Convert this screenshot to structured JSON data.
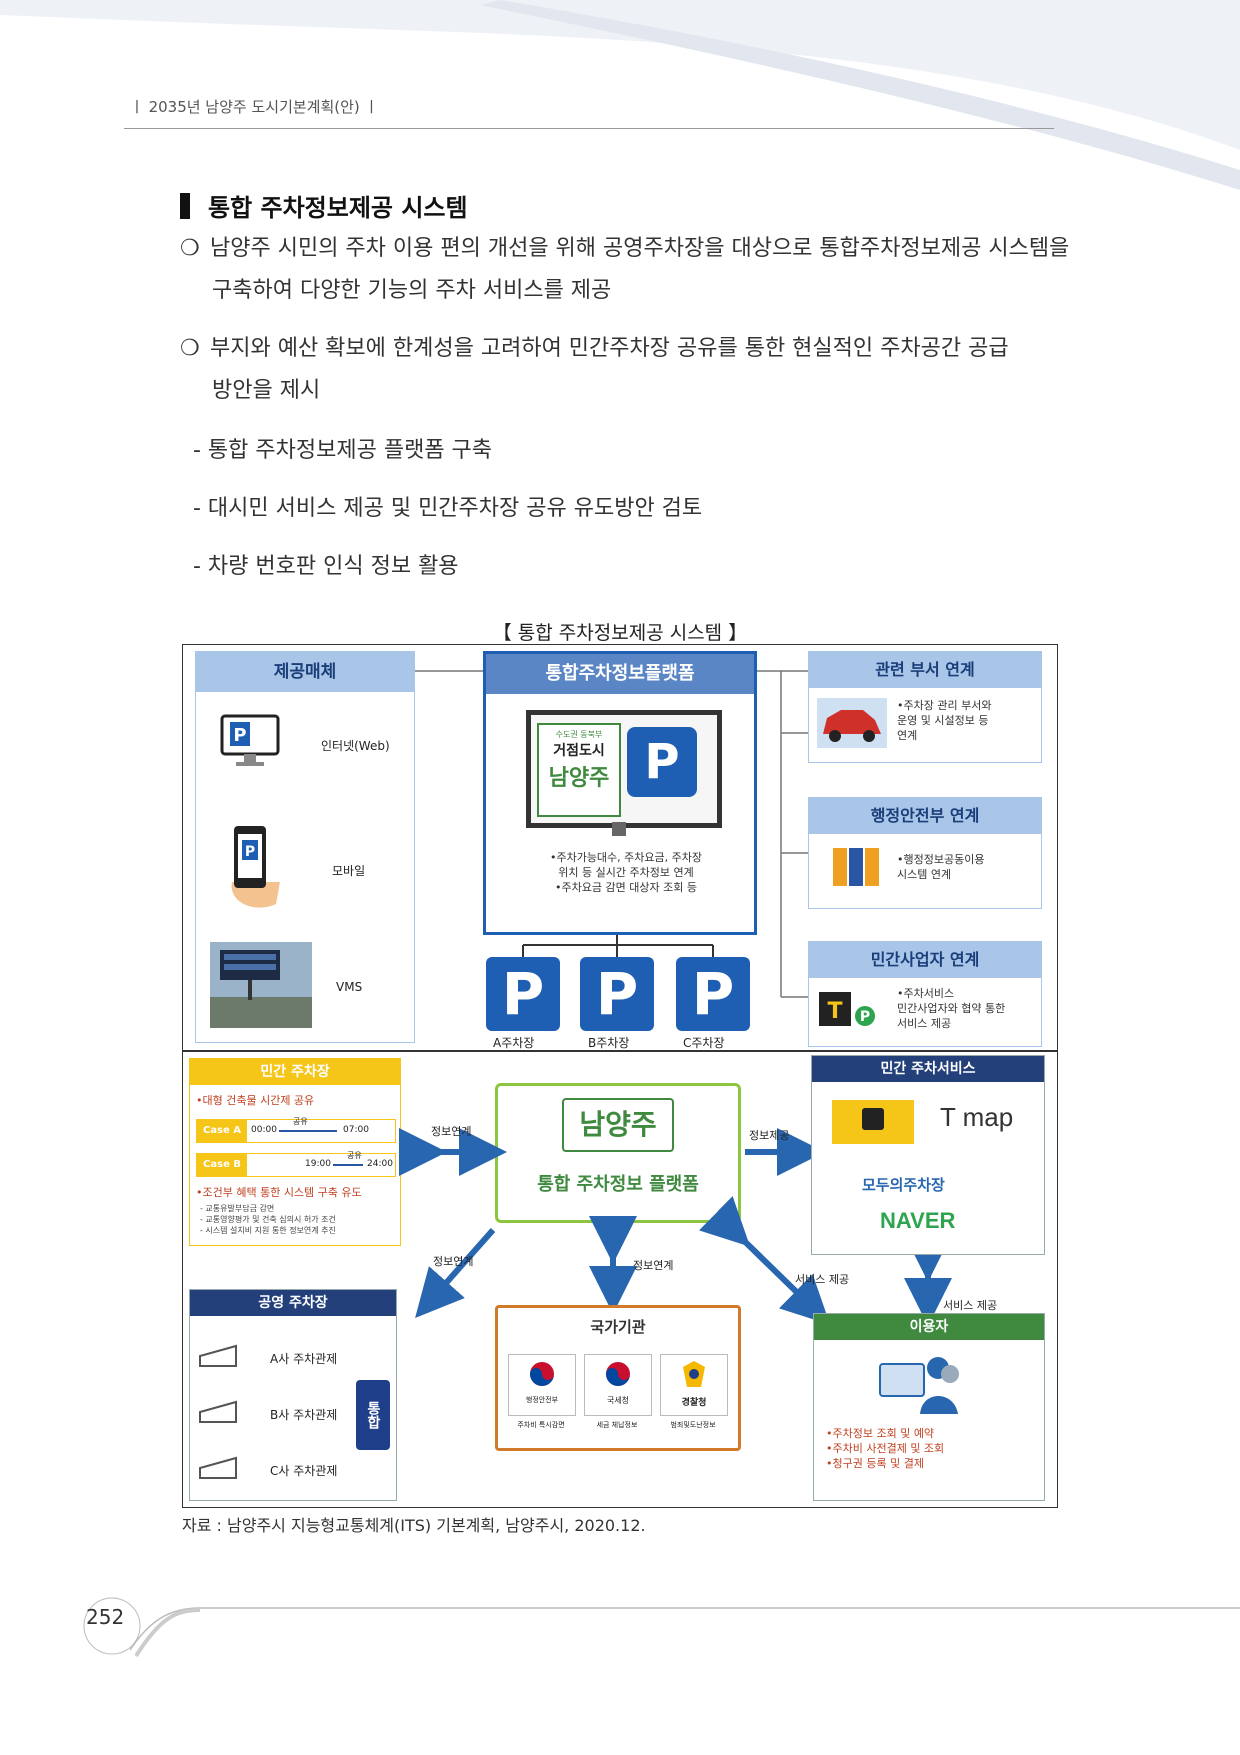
{
  "header": {
    "text": "ㅣ 2035년 남양주 도시기본계획(안) ㅣ"
  },
  "section": {
    "title": "통합 주차정보제공 시스템"
  },
  "paragraphs": [
    {
      "bullet": "❍",
      "line1": "남양주 시민의 주차 이용 편의 개선을 위해 공영주차장을 대상으로 통합주차정보제공 시스템을",
      "line2": "구축하여 다양한 기능의 주차 서비스를 제공"
    },
    {
      "bullet": "❍",
      "line1": "부지와 예산 확보에 한계성을 고려하여 민간주차장 공유를 통한 현실적인 주차공간 공급",
      "line2": "방안을 제시"
    }
  ],
  "dash_items": [
    "- 통합 주차정보제공 플랫폼 구축",
    "- 대시민 서비스 제공 및 민간주차장 공유 유도방안 검토",
    "- 차량 번호판 인식 정보 활용"
  ],
  "figure": {
    "caption": "【 통합 주차정보제공 시스템 】",
    "media": {
      "title": "제공매체",
      "items": [
        "인터넷(Web)",
        "모바일",
        "VMS"
      ]
    },
    "platform": {
      "title": "통합주차정보플랫폼",
      "badge_top": "수도권 동북부",
      "badge_mid": "거점도시",
      "badge_name": "남양주",
      "p_letter": "P",
      "desc": [
        "•주차가능대수, 주차요금, 주차장",
        "위치 등 실시간 주차정보 연계",
        "•주차요금 감면 대상자 조회 등"
      ]
    },
    "lots": [
      {
        "letter": "P",
        "label": "A주차장"
      },
      {
        "letter": "P",
        "label": "B주차장"
      },
      {
        "letter": "P",
        "label": "C주차장"
      }
    ],
    "related": {
      "title": "관련 부서 연계",
      "desc": [
        "•주차장 관리 부서와",
        "운영 및 시설정보 등",
        "연계"
      ]
    },
    "admin": {
      "title": "행정안전부 연계",
      "desc": [
        "•행정정보공동이용",
        "시스템 연계"
      ]
    },
    "private_biz": {
      "title": "민간사업자 연계",
      "desc": [
        "•주차서비스",
        "민간사업자와 협약 통한",
        "서비스 제공"
      ]
    },
    "private_lot": {
      "title": "민간 주차장",
      "item1": "•대형 건축물 시간제 공유",
      "case_a": "Case A",
      "case_a_from": "00:00",
      "case_a_to": "07:00",
      "case_b": "Case B",
      "case_b_from": "19:00",
      "case_b_to": "24:00",
      "share": "공유",
      "item2": "•조건부 혜택 통한 시스템 구축 유도",
      "subs": [
        "- 교통유발부담금 감면",
        "- 교통영향평가 및 건축 심의시 허가 조건",
        "- 시스템 설치비 지원 통한 정보연계 추진"
      ]
    },
    "center": {
      "logo": "남양주",
      "title": "통합 주차정보 플랫폼"
    },
    "public_lot": {
      "title": "공영 주차장",
      "items": [
        "A사 주차관제",
        "B사 주차관제",
        "C사 주차관제"
      ],
      "integrated": "통합"
    },
    "national": {
      "title": "국가기관",
      "agencies": [
        "행정안전부",
        "국세청",
        "경찰청"
      ],
      "subs": [
        "주차비 특시감면",
        "세금 체납정보",
        "범죄및도난정보"
      ]
    },
    "private_service": {
      "title": "민간 주차서비스",
      "brands": [
        "T map",
        "모두의주차장",
        "NAVER"
      ]
    },
    "user": {
      "title": "이용자",
      "desc": [
        "•주차정보 조회 및 예약",
        "•주차비 사전결제 및 조회",
        "•청구권 등록 및 결제"
      ]
    },
    "arrows": {
      "info_link_left": "정보연계",
      "info_provide": "정보제공",
      "info_link_down_left": "정보연계",
      "info_link_down": "정보연계",
      "service_provide_1": "서비스 제공",
      "service_provide_2": "서비스 제공"
    }
  },
  "source": "자료 : 남양주시 지능형교통체계(ITS) 기본계획, 남양주시, 2020.12.",
  "page_number": "252"
}
